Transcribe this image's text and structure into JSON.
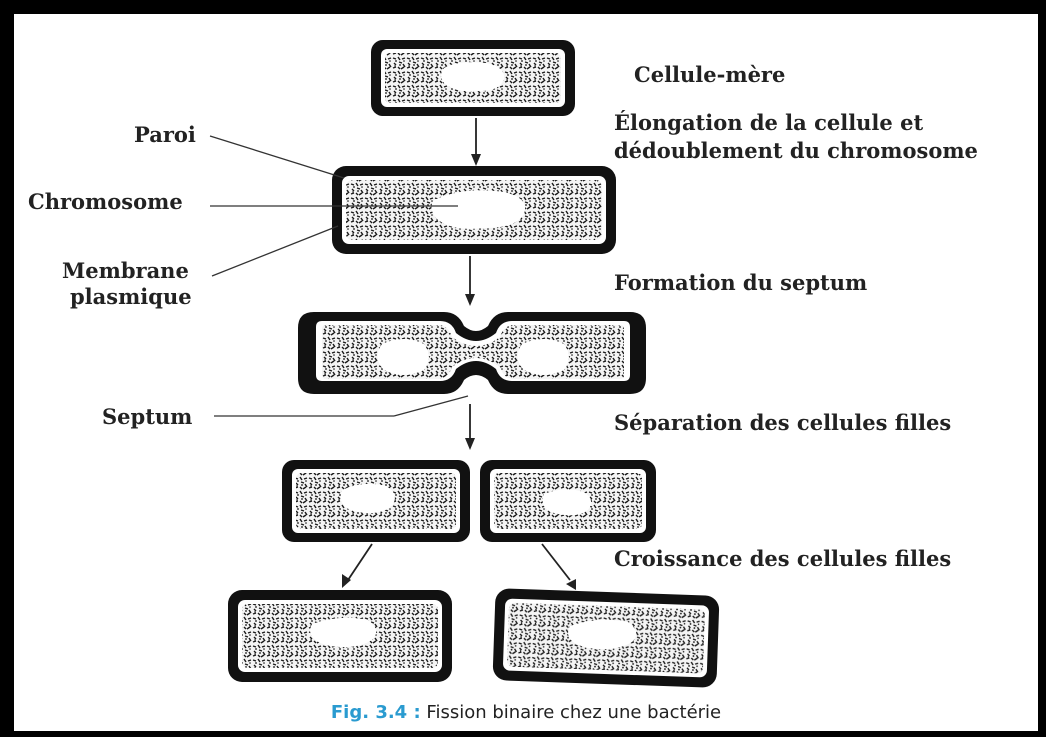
{
  "steps": {
    "mother_cell": "Cellule-mère",
    "elongation_line1": "Élongation de la cellule et",
    "elongation_line2": "dédoublement du chromosome",
    "septum_formation": "Formation du septum",
    "separation": "Séparation des cellules filles",
    "growth": "Croissance des cellules filles"
  },
  "parts": {
    "wall": "Paroi",
    "chromosome": "Chromosome",
    "membrane_line1": "Membrane",
    "membrane_line2": "plasmique",
    "septum": "Septum"
  },
  "caption": {
    "figure_number": "Fig. 3.4 :",
    "text": " Fission binaire chez une bactérie"
  }
}
